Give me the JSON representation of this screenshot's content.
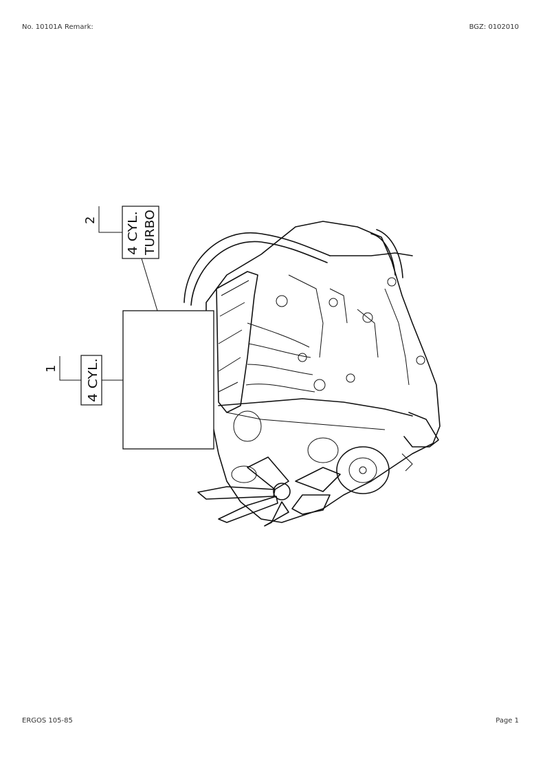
{
  "header": {
    "doc_no": "No. 10101A",
    "remark": "Remark:",
    "bgz": "BGZ: 0102010"
  },
  "footer": {
    "model": "ERGOS 105-85",
    "page": "Page 1"
  },
  "callouts": [
    {
      "number": "1",
      "label": "4 CYL."
    },
    {
      "number": "2",
      "label_line1": "4 CYL.",
      "label_line2": "TURBO"
    }
  ],
  "figure": {
    "icon": "engine-assembly-illustration"
  }
}
